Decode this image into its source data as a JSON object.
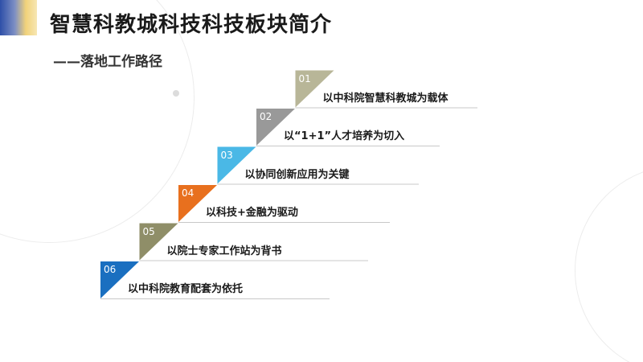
{
  "title": "智慧科教城科技科技板块简介",
  "subtitle": "——落地工作路径",
  "steps": [
    {
      "number": "01",
      "label": "以中科院智慧科教城为载体",
      "color": "#b8b698"
    },
    {
      "number": "02",
      "label": "以“1+1”人才培养为切入",
      "color": "#999999"
    },
    {
      "number": "03",
      "label": "以协同创新应用为关键",
      "color": "#4ab8e6"
    },
    {
      "number": "04",
      "label": "以科技+金融为驱动",
      "color": "#e8701e"
    },
    {
      "number": "05",
      "label": "以院士专家工作站为背书",
      "color": "#8f8e68"
    },
    {
      "number": "06",
      "label": "以中科院教育配套为依托",
      "color": "#1a6fc0"
    }
  ]
}
